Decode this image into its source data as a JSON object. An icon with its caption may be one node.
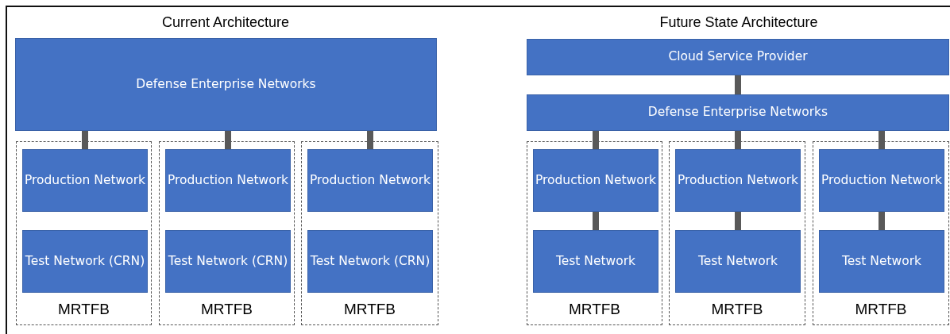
{
  "diagram": {
    "nodes": [
      {
        "text": [
          "Defense Enterprise Networks"
        ]
      },
      {
        "text": [
          "MRTFB"
        ]
      },
      {
        "text": [
          "Production Network"
        ],
        "in": 1
      },
      {
        "text": [
          "Test Network (CRN)"
        ],
        "in": 1
      },
      {
        "text": [
          "MRTFB"
        ]
      },
      {
        "text": [
          "Production Network"
        ],
        "in": 4
      },
      {
        "text": [
          "Test Network (CRN)"
        ],
        "in": 4
      },
      {
        "text": [
          "MRTFB"
        ]
      },
      {
        "text": [
          "Production Network"
        ],
        "in": 7
      },
      {
        "text": [
          "Test Network (CRN)"
        ],
        "in": 7
      },
      {
        "text": [
          "Cloud Service Provider"
        ]
      },
      {
        "text": [
          "Defense Enterprise Networks"
        ]
      },
      {
        "text": [
          "MRTFB"
        ]
      },
      {
        "text": [
          "Production Network"
        ],
        "in": 12
      },
      {
        "text": [
          "Test Network"
        ],
        "in": 12
      },
      {
        "text": [
          "MRTFB"
        ]
      },
      {
        "text": [
          "Production Network"
        ],
        "in": 15
      },
      {
        "text": [
          "Test Network"
        ],
        "in": 15
      },
      {
        "text": [
          "MRTFB"
        ]
      },
      {
        "text": [
          "Production Network"
        ],
        "in": 18
      },
      {
        "text": [
          "Test Network"
        ],
        "in": 18
      }
    ],
    "edges": [
      {
        "from": 0,
        "to": 2,
        "arrow": "none"
      },
      {
        "from": 0,
        "to": 5,
        "arrow": "none"
      },
      {
        "from": 0,
        "to": 8,
        "arrow": "none"
      },
      {
        "from": 10,
        "to": 11,
        "arrow": "none"
      },
      {
        "from": 11,
        "to": 13,
        "arrow": "none"
      },
      {
        "from": 11,
        "to": 16,
        "arrow": "none"
      },
      {
        "from": 11,
        "to": 19,
        "arrow": "none"
      },
      {
        "from": 13,
        "to": 14,
        "arrow": "none"
      },
      {
        "from": 16,
        "to": 17,
        "arrow": "none"
      },
      {
        "from": 19,
        "to": 20,
        "arrow": "none"
      }
    ],
    "labels": [
      "Current Architecture",
      "Future State Architecture"
    ]
  }
}
